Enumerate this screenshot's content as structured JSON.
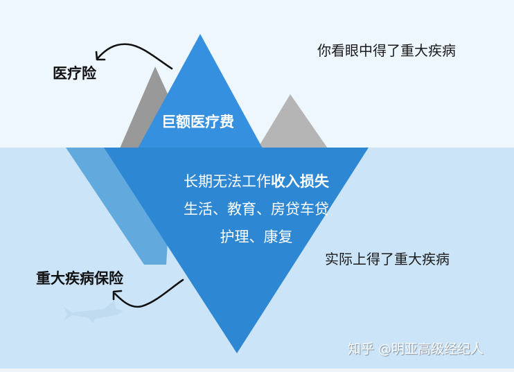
{
  "diagram": {
    "type": "iceberg",
    "colors": {
      "sky": "#EEF6FE",
      "water": "#CCE4F8",
      "bottom_strip": "#EEF4FA",
      "peak_main": "#3690E0",
      "peak_gray_left": "#999999",
      "peak_gray_right": "#B5B5B5",
      "underwater_main": "#2D87D3",
      "underwater_shadow": "#62A9DD",
      "shark": "#BFD9EE",
      "text_dark": "#111111",
      "text_light": "#FFFFFF"
    },
    "above_water": {
      "peak_label": "巨额医疗费",
      "side_caption": "你看眼中得了重大疾病",
      "insurance_label": "医疗险"
    },
    "below_water": {
      "lines": [
        {
          "normal": "长期无法工作",
          "bold": "收入损失"
        },
        {
          "normal": "生活、教育、房贷车贷",
          "bold": ""
        },
        {
          "normal": "护理、康复",
          "bold": ""
        }
      ],
      "side_caption": "实际上得了重大疾病",
      "insurance_label": "重大疾病保险"
    },
    "icons": {
      "arrow_top": "curved-arrow-left-icon",
      "arrow_bottom": "curved-arrow-left-icon",
      "shark": "shark-icon"
    },
    "watermark": "知乎 @明亚高级经纪人"
  }
}
